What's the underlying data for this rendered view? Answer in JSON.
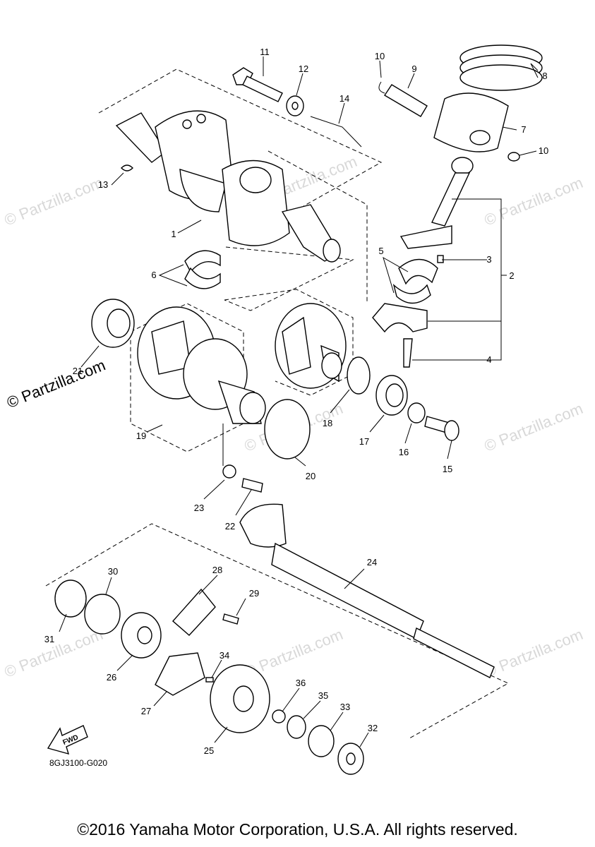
{
  "watermark_text": "© Partzilla.com",
  "side_brand": "© Partzilla.com",
  "diagram_code": "8GJ3100-G020",
  "fwd_label": "FWD",
  "copyright": "©2016 Yamaha Motor Corporation, U.S.A. All rights reserved.",
  "callouts": {
    "c1": "1",
    "c2": "2",
    "c3": "3",
    "c4": "4",
    "c5": "5",
    "c6": "6",
    "c7": "7",
    "c8": "8",
    "c9": "9",
    "c10a": "10",
    "c10b": "10",
    "c11": "11",
    "c12": "12",
    "c13": "13",
    "c14": "14",
    "c15": "15",
    "c16": "16",
    "c17": "17",
    "c18": "18",
    "c19": "19",
    "c20": "20",
    "c21": "21",
    "c22": "22",
    "c23": "23",
    "c24": "24",
    "c25": "25",
    "c26": "26",
    "c27": "27",
    "c28": "28",
    "c29": "29",
    "c30": "30",
    "c31": "31",
    "c32": "32",
    "c33": "33",
    "c34": "34",
    "c35": "35",
    "c36": "36"
  }
}
